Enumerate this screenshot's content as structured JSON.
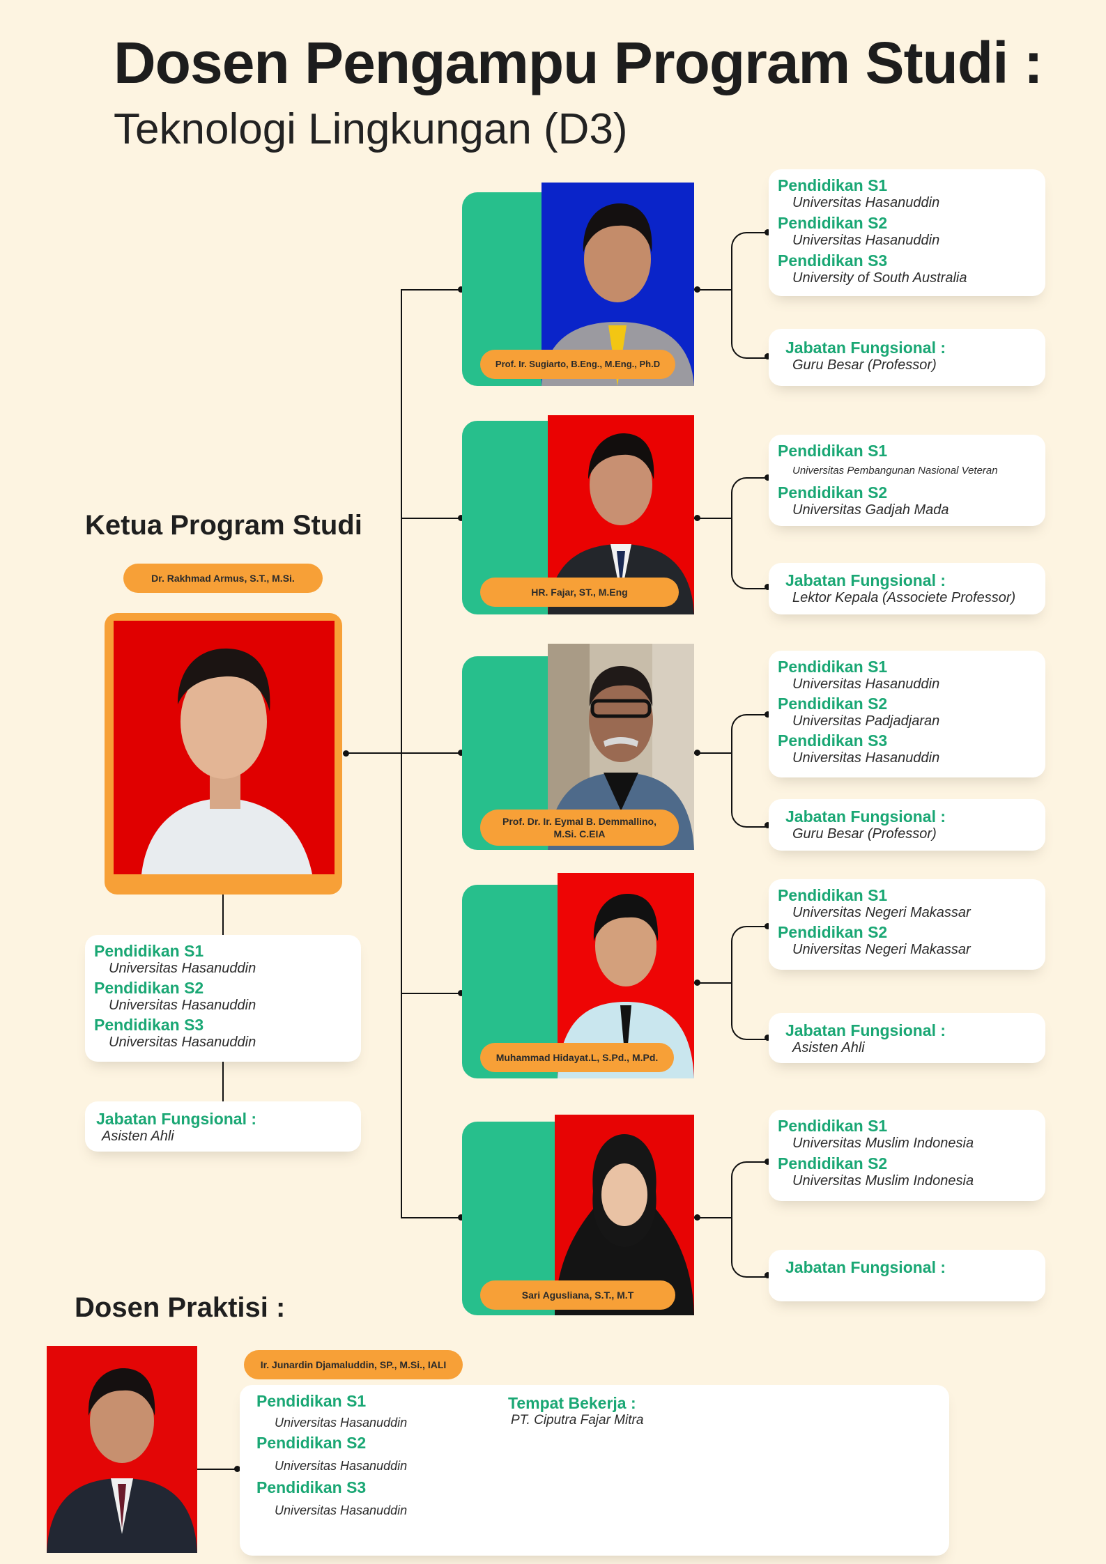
{
  "title": "Dosen Pengampu Program Studi :",
  "subtitle": "Teknologi Lingkungan (D3)",
  "ketua": {
    "heading": "Ketua Program Studi",
    "name": "Dr. Rakhmad Armus, S.T., M.Si.",
    "education": [
      {
        "label": "Pendidikan S1",
        "value": "Universitas Hasanuddin"
      },
      {
        "label": "Pendidikan S2",
        "value": "Universitas Hasanuddin"
      },
      {
        "label": "Pendidikan S3",
        "value": "Universitas Hasanuddin"
      }
    ],
    "jabatan_label": "Jabatan Fungsional :",
    "jabatan_value": "Asisten Ahli"
  },
  "lecturers": [
    {
      "name": "Prof. Ir. Sugiarto, B.Eng., M.Eng., Ph.D",
      "education": [
        {
          "label": "Pendidikan S1",
          "value": "Universitas Hasanuddin"
        },
        {
          "label": "Pendidikan S2",
          "value": "Universitas Hasanuddin"
        },
        {
          "label": "Pendidikan S3",
          "value": "University of South Australia"
        }
      ],
      "jabatan_label": "Jabatan Fungsional :",
      "jabatan_value": "Guru Besar (Professor)"
    },
    {
      "name": "HR. Fajar, ST., M.Eng",
      "education": [
        {
          "label": "Pendidikan S1",
          "value": "Universitas Pembangunan Nasional Veteran"
        },
        {
          "label": "Pendidikan S2",
          "value": "Universitas Gadjah Mada"
        }
      ],
      "jabatan_label": "Jabatan Fungsional :",
      "jabatan_value": "Lektor Kepala (Associete Professor)"
    },
    {
      "name_line1": "Prof. Dr. Ir. Eymal B. Demmallino,",
      "name_line2": "M.Si. C.EIA",
      "education": [
        {
          "label": "Pendidikan S1",
          "value": "Universitas Hasanuddin"
        },
        {
          "label": "Pendidikan S2",
          "value": "Universitas Padjadjaran"
        },
        {
          "label": "Pendidikan S3",
          "value": "Universitas Hasanuddin"
        }
      ],
      "jabatan_label": "Jabatan Fungsional :",
      "jabatan_value": "Guru Besar (Professor)"
    },
    {
      "name": "Muhammad Hidayat.L, S.Pd., M.Pd.",
      "education": [
        {
          "label": "Pendidikan S1",
          "value": "Universitas Negeri Makassar"
        },
        {
          "label": "Pendidikan S2",
          "value": "Universitas Negeri Makassar"
        }
      ],
      "jabatan_label": "Jabatan Fungsional :",
      "jabatan_value": "Asisten Ahli"
    },
    {
      "name": "Sari Agusliana, S.T., M.T",
      "education": [
        {
          "label": "Pendidikan S1",
          "value": "Universitas Muslim Indonesia"
        },
        {
          "label": "Pendidikan S2",
          "value": "Universitas Muslim Indonesia"
        }
      ],
      "jabatan_label": "Jabatan Fungsional :",
      "jabatan_value": ""
    }
  ],
  "praktisi": {
    "heading": "Dosen Praktisi :",
    "name": "Ir. Junardin Djamaluddin, SP., M.Si., IALI",
    "education": [
      {
        "label": "Pendidikan S1",
        "value": "Universitas Hasanuddin"
      },
      {
        "label": "Pendidikan S2",
        "value": "Universitas Hasanuddin"
      },
      {
        "label": "Pendidikan S3",
        "value": "Universitas Hasanuddin"
      }
    ],
    "work_label": "Tempat Bekerja :",
    "work_value": "PT. Ciputra Fajar Mitra"
  },
  "colors": {
    "background": "#fdf4e1",
    "green": "#27bf8c",
    "orange": "#f7a037",
    "label_green": "#1aa774",
    "photo_blue": "#0022cc",
    "photo_red": "#e30000"
  }
}
